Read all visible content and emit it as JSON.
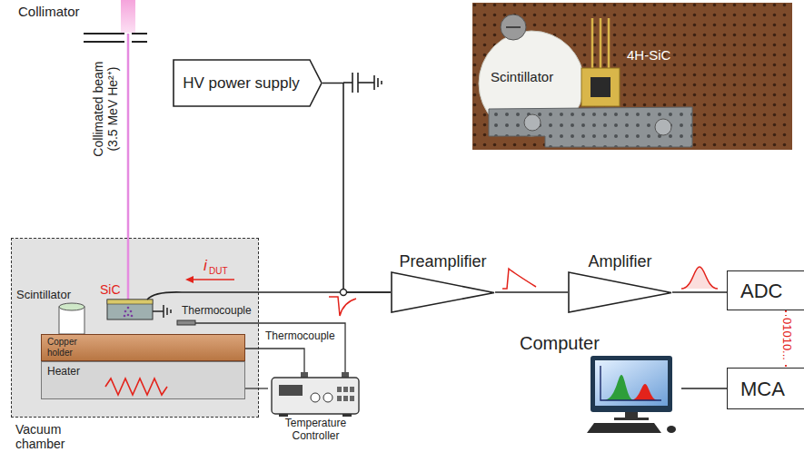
{
  "diagram": {
    "nodes": [
      {
        "text": [
          "HV power supply"
        ]
      },
      {
        "text": [
          "Vacuum chamber"
        ]
      },
      {
        "text": [
          "Copper holder"
        ],
        "in": 1
      },
      {
        "text": [
          "Heater"
        ],
        "in": 1
      },
      {
        "text": [
          "Temperature Controller"
        ]
      },
      {
        "text": [
          "Preamplifier"
        ]
      },
      {
        "text": [
          "Amplifier"
        ]
      },
      {
        "text": [
          "ADC"
        ]
      },
      {
        "text": [
          "MCA"
        ]
      },
      {
        "text": [
          "Computer"
        ]
      }
    ],
    "edges": [
      {
        "from": 0,
        "to": 5,
        "arrow": "none"
      },
      {
        "from": 1,
        "to": 5,
        "arrow": "none"
      },
      {
        "from": 5,
        "to": 6,
        "arrow": "none"
      },
      {
        "from": 6,
        "to": 7,
        "arrow": "none"
      },
      {
        "from": 7,
        "to": 8,
        "label": "01010...",
        "arrow": "none"
      },
      {
        "from": 8,
        "to": 9,
        "arrow": "none"
      },
      {
        "from": 2,
        "to": 4,
        "arrow": "none"
      },
      {
        "from": 3,
        "to": 4,
        "arrow": "none"
      }
    ],
    "labels": [
      "Collimator",
      "Collimated beam (3.5 MeV He²⁺)",
      "SiC",
      "i",
      "DUT",
      "Scintillator",
      "Thermocouple",
      "Thermocouple",
      "Scintillator",
      "4H-SiC"
    ]
  }
}
